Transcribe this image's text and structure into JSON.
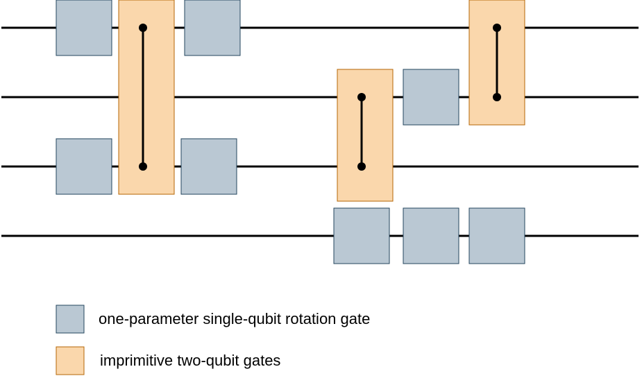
{
  "colors": {
    "wire": "#000000",
    "single_gate_fill": "#bac8d3",
    "single_gate_stroke": "#23445d",
    "two_gate_fill": "#fad7ac",
    "two_gate_stroke": "#b46504",
    "control_dot": "#000000"
  },
  "circuit": {
    "qubit_count": 4,
    "single_qubit_gates": [
      {
        "qubit": 0,
        "column": 1
      },
      {
        "qubit": 0,
        "column": 3
      },
      {
        "qubit": 2,
        "column": 1
      },
      {
        "qubit": 2,
        "column": 3
      },
      {
        "qubit": 1,
        "column": 6
      },
      {
        "qubit": 3,
        "column": 5
      },
      {
        "qubit": 3,
        "column": 6
      },
      {
        "qubit": 3,
        "column": 7
      }
    ],
    "two_qubit_gates": [
      {
        "qubits": [
          0,
          2
        ],
        "column": 2
      },
      {
        "qubits": [
          1,
          2
        ],
        "column": 5
      },
      {
        "qubits": [
          0,
          1
        ],
        "column": 7
      }
    ]
  },
  "legend": {
    "single_gate_label": "one-parameter single-qubit rotation gate",
    "two_gate_label": "imprimitive two-qubit gates"
  }
}
